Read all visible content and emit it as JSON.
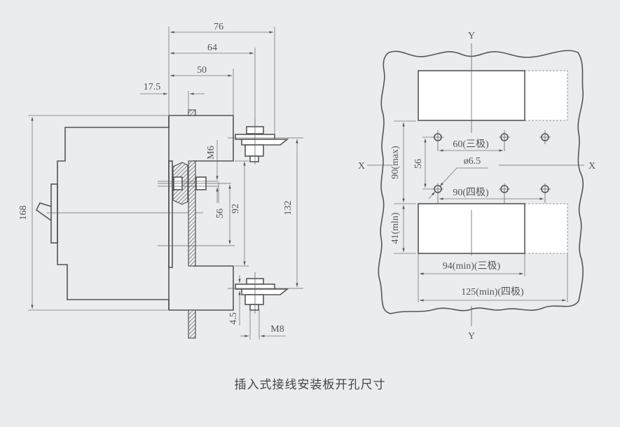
{
  "caption": "插入式接线安装板开孔尺寸",
  "side_view": {
    "dims": {
      "d76": "76",
      "d64": "64",
      "d50": "50",
      "d17_5": "17.5",
      "d168": "168",
      "m6": "M6",
      "d56": "56",
      "d92": "92",
      "d132": "132",
      "d4_5": "4.5",
      "m8": "M8"
    }
  },
  "cutout_view": {
    "axis_y_top": "Y",
    "axis_y_bottom": "Y",
    "axis_x_left": "X",
    "axis_x_right": "X",
    "dims": {
      "d60_3p": "60(三极)",
      "d6_5": "ø6.5",
      "d90_4p": "90(四极)",
      "d56": "56",
      "d90max": "90(max)",
      "d41min": "41(mln)",
      "d94min_3p": "94(min)(三极)",
      "d125min_4p": "125(min)(四极)"
    }
  }
}
